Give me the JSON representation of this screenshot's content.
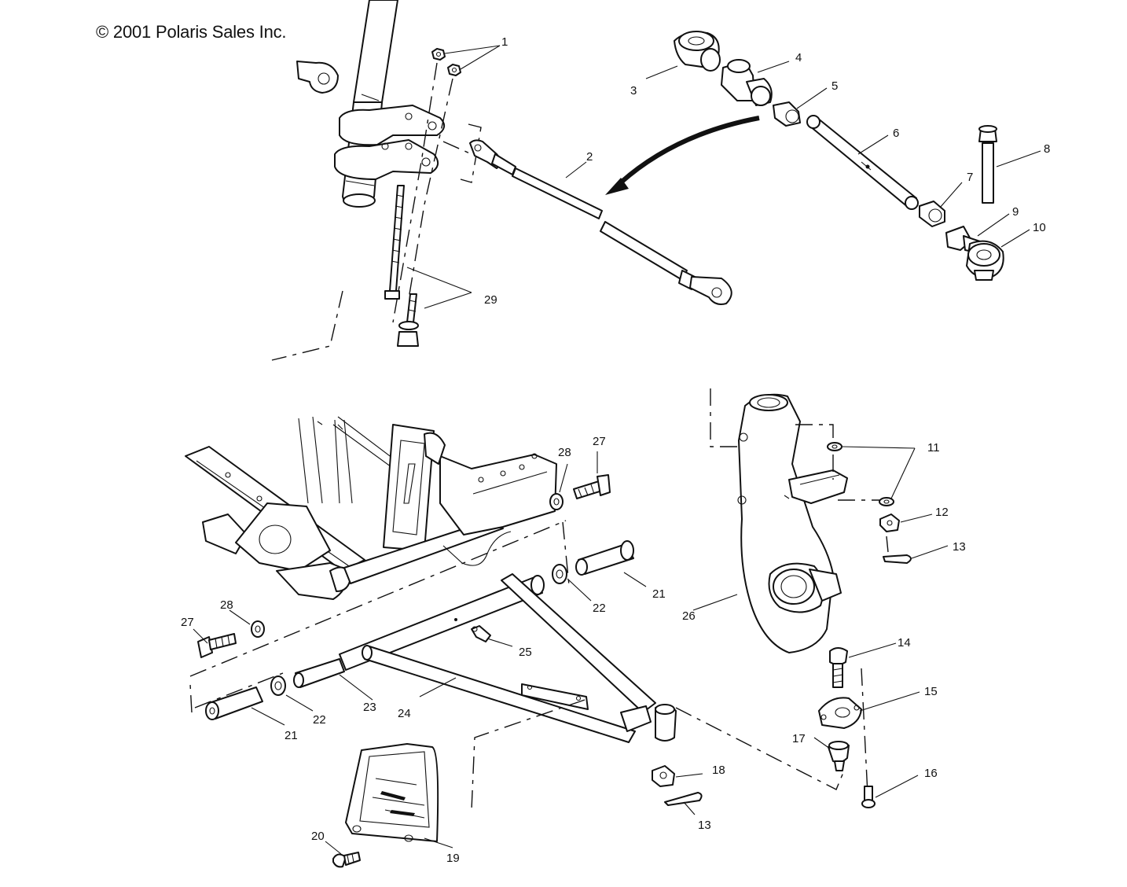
{
  "copyright": "© 2001 Polaris Sales Inc.",
  "callouts": {
    "c1": "1",
    "c2": "2",
    "c3": "3",
    "c4": "4",
    "c5": "5",
    "c6": "6",
    "c7": "7",
    "c8": "8",
    "c9": "9",
    "c10": "10",
    "c11": "11",
    "c12": "12",
    "c13a": "13",
    "c13b": "13",
    "c14": "14",
    "c15": "15",
    "c16": "16",
    "c17": "17",
    "c18": "18",
    "c19": "19",
    "c20": "20",
    "c21a": "21",
    "c21b": "21",
    "c22a": "22",
    "c22b": "22",
    "c23": "23",
    "c24": "24",
    "c25": "25",
    "c26": "26",
    "c27a": "27",
    "c27b": "27",
    "c28a": "28",
    "c28b": "28",
    "c29": "29"
  }
}
